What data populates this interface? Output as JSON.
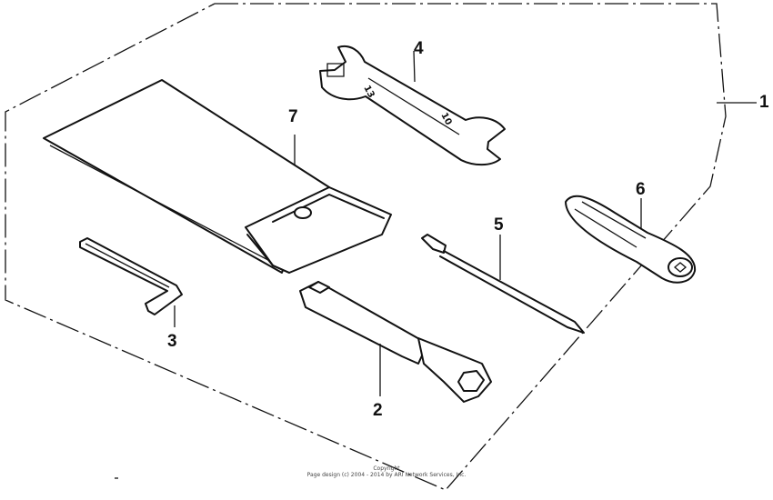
{
  "callouts": {
    "c1": "1",
    "c2": "2",
    "c3": "3",
    "c4": "4",
    "c5": "5",
    "c6": "6",
    "c7": "7"
  },
  "wrench_marks": {
    "size_a": "13",
    "size_b": "10"
  },
  "copyright": {
    "line1": "Copyright",
    "line2": "Page design (c) 2004 - 2014 by ARI Network Services, Inc."
  }
}
